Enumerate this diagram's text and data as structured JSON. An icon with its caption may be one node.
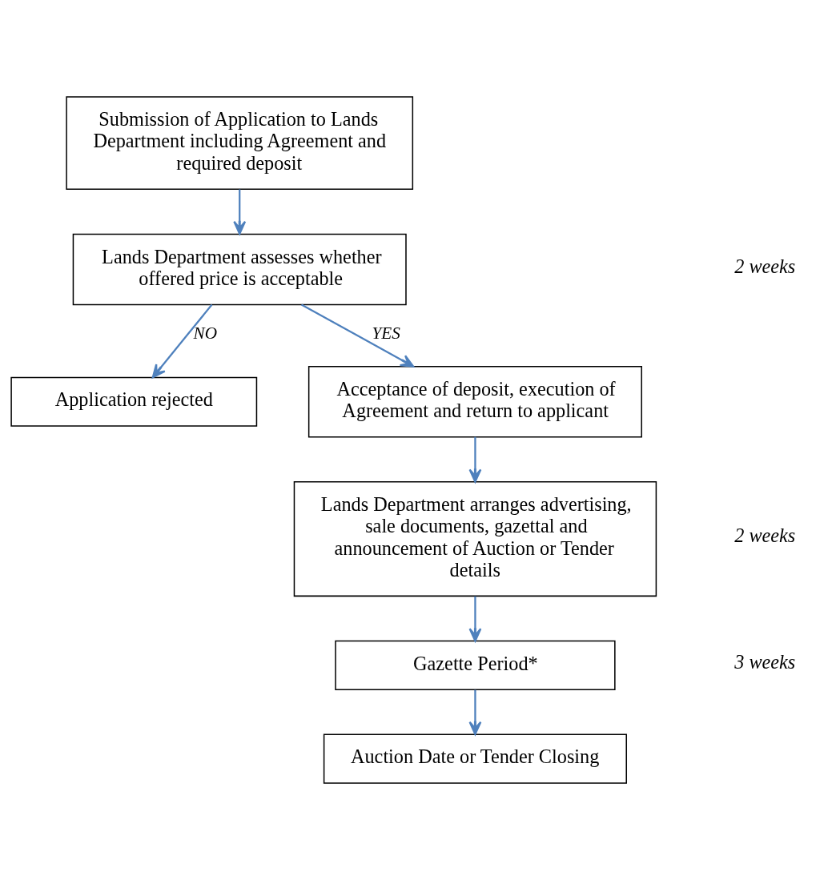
{
  "diagram": {
    "nodes": [
      {
        "text": [
          "Submission of Application to Lands Department including Agreement and required deposit"
        ]
      },
      {
        "text": [
          "Lands Department assesses whether offered price is acceptable"
        ]
      },
      {
        "text": [
          "Application rejected"
        ]
      },
      {
        "text": [
          "Acceptance of deposit, execution of Agreement and return to applicant"
        ]
      },
      {
        "text": [
          "Lands Department arranges advertising, sale documents, gazettal and announcement of Auction or Tender details"
        ]
      },
      {
        "text": [
          "Gazette Period*"
        ]
      },
      {
        "text": [
          "Auction Date or Tender Closing"
        ]
      }
    ],
    "edges": [
      {
        "from": 0,
        "to": 1,
        "arrow": "to"
      },
      {
        "from": 1,
        "to": 2,
        "arrow": "to",
        "label": "NO"
      },
      {
        "from": 1,
        "to": 3,
        "arrow": "to",
        "label": "YES"
      },
      {
        "from": 3,
        "to": 4,
        "arrow": "to"
      },
      {
        "from": 4,
        "to": 5,
        "arrow": "to"
      },
      {
        "from": 5,
        "to": 6,
        "arrow": "to"
      }
    ],
    "labels": [
      "2 weeks",
      "2 weeks",
      "3 weeks"
    ]
  }
}
